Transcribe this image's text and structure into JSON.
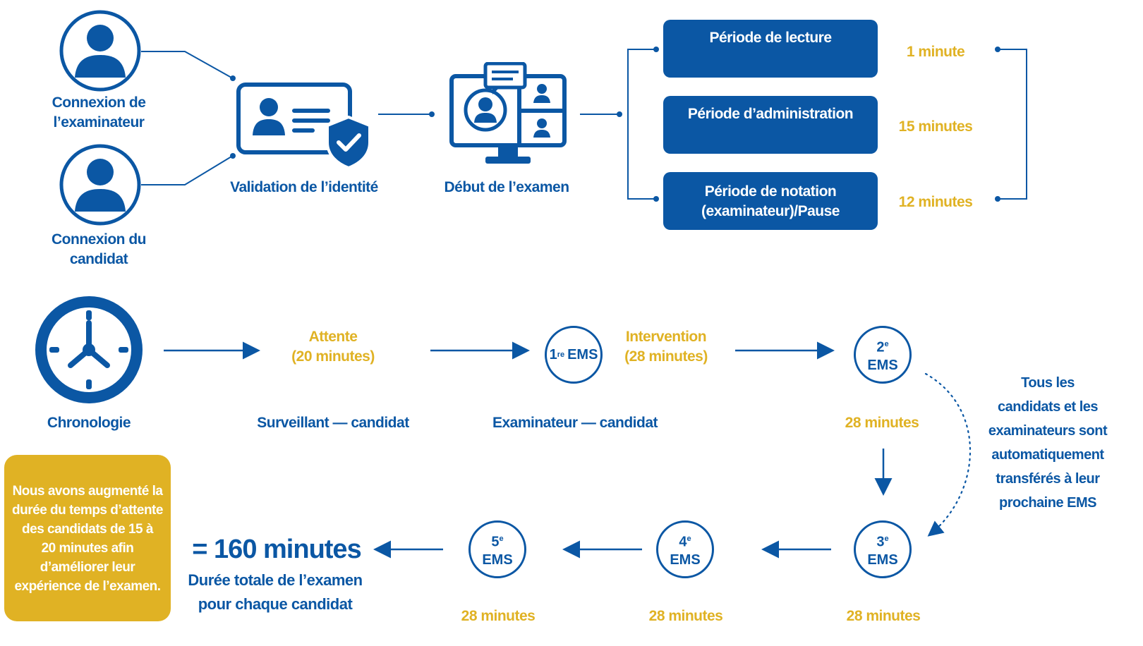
{
  "colors": {
    "brand_blue": "#0b57a4",
    "gold": "#e0b224",
    "white": "#ffffff"
  },
  "top_flow": {
    "examiner_label_1": "Connexion de",
    "examiner_label_2": "l’examinateur",
    "candidate_label_1": "Connexion du",
    "candidate_label_2": "candidat",
    "identity_label": "Validation de l’identité",
    "exam_start_label": "Début de l’examen",
    "periods": [
      {
        "label_1": "Période de lecture",
        "label_2": "",
        "duration": "1 minute"
      },
      {
        "label_1": "Période d’administration",
        "label_2": "",
        "duration": "15 minutes"
      },
      {
        "label_1": "Période de notation",
        "label_2": "(examinateur)/Pause",
        "duration": "12 minutes"
      }
    ]
  },
  "timeline": {
    "chronology_label": "Chronologie",
    "wait_title": "Attente",
    "wait_duration": "(20 minutes)",
    "wait_sub": "Surveillant — candidat",
    "ems1_num": "1",
    "ems1_sup": "re",
    "ems_word": "EMS",
    "intervention_title": "Intervention",
    "intervention_duration": "(28 minutes)",
    "intervention_sub": "Examinateur — candidat",
    "ems2_num": "2",
    "ems2_sup": "e",
    "ems2_duration": "28 minutes",
    "transfer_note": [
      "Tous les",
      "candidats et les",
      "examinateurs sont",
      "automatiquement",
      "transférés à leur",
      "prochaine EMS"
    ],
    "ems3_num": "3",
    "ems3_sup": "e",
    "ems3_duration": "28 minutes",
    "ems4_num": "4",
    "ems4_sup": "e",
    "ems4_duration": "28 minutes",
    "ems5_num": "5",
    "ems5_sup": "e",
    "ems5_duration": "28 minutes",
    "total": "= 160 minutes",
    "total_sub_1": "Durée totale de l’examen",
    "total_sub_2": "pour chaque candidat"
  },
  "note": [
    "Nous avons augmenté la",
    "durée du temps d’attente",
    "des candidats de 15 à",
    "20 minutes afin",
    "d’améliorer leur",
    "expérience de l’examen."
  ],
  "icons": {
    "person": "user-circle-icon",
    "id_card": "id-card-shield-icon",
    "monitor": "video-conference-monitor-icon",
    "clock": "clock-icon"
  }
}
